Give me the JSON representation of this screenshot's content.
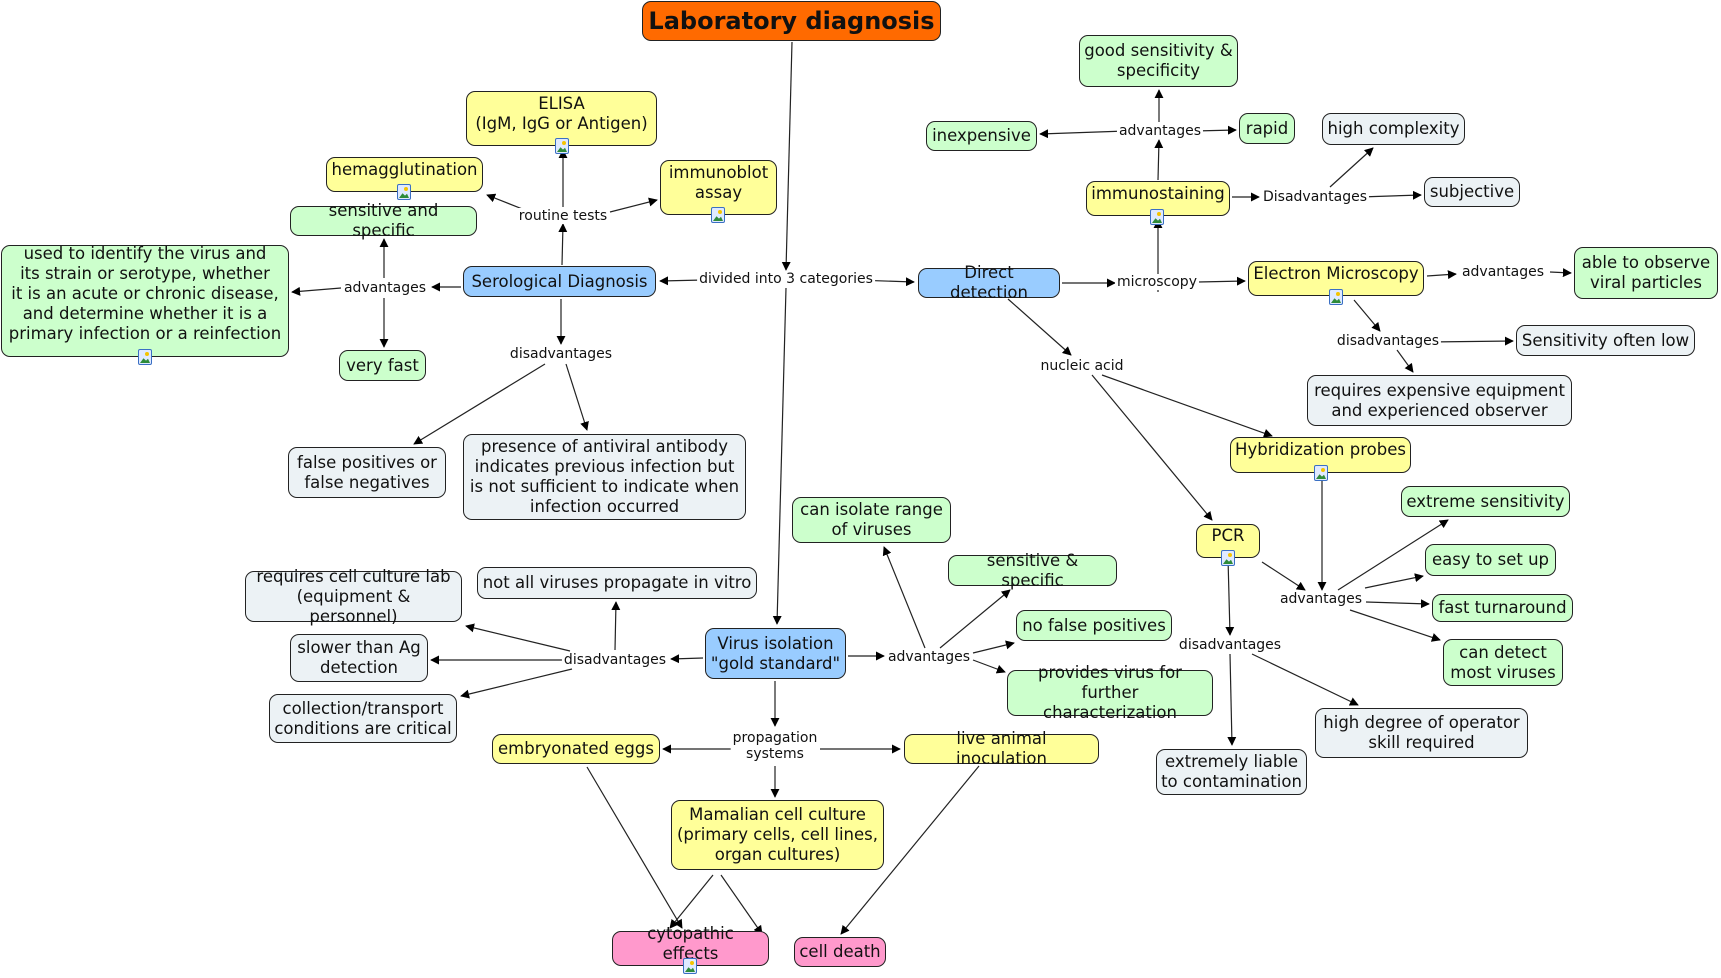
{
  "title": "Laboratory diagnosis",
  "nodes": {
    "title": {
      "text": "Laboratory diagnosis",
      "color": "#ff6a00"
    },
    "serological": {
      "text": "Serological  Diagnosis"
    },
    "direct": {
      "text": "Direct detection"
    },
    "virus_isolation": {
      "text": "Virus isolation\n\"gold standard\""
    },
    "elisa": {
      "text": "ELISA\n(IgM, IgG or Antigen)"
    },
    "hemagglutination": {
      "text": "hemagglutination"
    },
    "immunoblot": {
      "text": "immunoblot\nassay"
    },
    "sero_adv_sensitive": {
      "text": "sensitive and specific"
    },
    "sero_adv_identify": {
      "text": "used to identify the virus and\nits strain or serotype, whether\nit is an acute or chronic disease,\nand determine whether it is a\nprimary infection or a reinfection"
    },
    "sero_adv_fast": {
      "text": "very fast"
    },
    "sero_dis_false": {
      "text": "false positives or\nfalse negatives"
    },
    "sero_dis_presence": {
      "text": "presence of antiviral antibody\nindicates previous infection but\nis not sufficient to indicate when\ninfection occurred"
    },
    "immunostaining": {
      "text": "immunostaining"
    },
    "imm_adv_good": {
      "text": "good sensitivity &\nspecificity"
    },
    "imm_adv_inexpensive": {
      "text": "inexpensive"
    },
    "imm_adv_rapid": {
      "text": "rapid"
    },
    "imm_dis_complexity": {
      "text": "high complexity"
    },
    "imm_dis_subjective": {
      "text": "subjective"
    },
    "em": {
      "text": "Electron Microscopy"
    },
    "em_adv_observe": {
      "text": "able to observe\nviral particles"
    },
    "em_dis_sensitivity": {
      "text": "Sensitivity often low"
    },
    "em_dis_expensive": {
      "text": "requires expensive equipment\nand experienced observer"
    },
    "hybridization": {
      "text": "Hybridization probes"
    },
    "pcr": {
      "text": "PCR"
    },
    "na_adv_extreme": {
      "text": "extreme sensitivity"
    },
    "na_adv_easy": {
      "text": "easy to set up"
    },
    "na_adv_fast": {
      "text": "fast turnaround"
    },
    "na_adv_detect": {
      "text": "can detect\nmost viruses"
    },
    "pcr_dis_skill": {
      "text": "high degree of operator\nskill required"
    },
    "pcr_dis_contamination": {
      "text": "extremely liable\nto contamination"
    },
    "vi_adv_range": {
      "text": "can isolate range\nof viruses"
    },
    "vi_adv_sensitive": {
      "text": "sensitive & specific"
    },
    "vi_adv_nofalse": {
      "text": "no false positives"
    },
    "vi_adv_provides": {
      "text": "provides virus for\nfurther characterization"
    },
    "vi_dis_lab": {
      "text": "requires cell culture lab\n(equipment & personnel)"
    },
    "vi_dis_notall": {
      "text": "not all viruses propagate in vitro"
    },
    "vi_dis_slower": {
      "text": "slower than Ag\ndetection"
    },
    "vi_dis_collection": {
      "text": "collection/transport\nconditions are critical"
    },
    "eggs": {
      "text": "embryonated eggs"
    },
    "live_animal": {
      "text": "live animal inoculation"
    },
    "mamalian": {
      "text": "Mamalian cell culture\n(primary cells, cell lines,\norgan cultures)"
    },
    "cytopathic": {
      "text": "cytopathic effects"
    },
    "cell_death": {
      "text": "cell death"
    }
  },
  "links": {
    "routine_tests": "routine tests",
    "sero_advantages": "advantages",
    "sero_disadvantages": "disadvantages",
    "divided": "divided into 3 categories",
    "imm_advantages": "advantages",
    "imm_disadvantages": "Disadvantages",
    "microscopy": "microscopy",
    "em_advantages": "advantages",
    "em_disadvantages": "disadvantages",
    "nucleic_acid": "nucleic acid",
    "na_advantages": "advantages",
    "pcr_disadvantages": "disadvantages",
    "vi_advantages": "advantages",
    "vi_disadvantages": "disadvantages",
    "propagation": "propagation\nsystems"
  },
  "colors": {
    "root": "#ff6a00",
    "category": "#99ccff",
    "method": "#ffff99",
    "advantage": "#ccffcc",
    "disadvantage": "#ecf2f5",
    "outcome": "#ff99cc"
  }
}
